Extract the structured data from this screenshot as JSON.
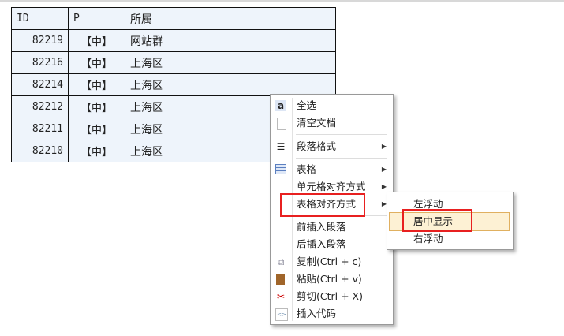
{
  "table": {
    "headers": [
      "ID",
      "P",
      "所属"
    ],
    "rows": [
      [
        "82219",
        "【中】",
        "网站群"
      ],
      [
        "82216",
        "【中】",
        "上海区"
      ],
      [
        "82214",
        "【中】",
        "上海区"
      ],
      [
        "82212",
        "【中】",
        "上海区"
      ],
      [
        "82211",
        "【中】",
        "上海区"
      ],
      [
        "82210",
        "【中】",
        "上海区"
      ]
    ]
  },
  "context_menu": {
    "items": [
      {
        "label": "全选",
        "icon": "select-all-icon"
      },
      {
        "label": "清空文档",
        "icon": "blank-document-icon"
      },
      {
        "label": "段落格式",
        "icon": "paragraph-icon"
      },
      {
        "label": "表格",
        "icon": "table-icon"
      },
      {
        "label": "单元格对齐方式"
      },
      {
        "label": "表格对齐方式"
      },
      {
        "label": "前插入段落"
      },
      {
        "label": "后插入段落"
      },
      {
        "label": "复制(Ctrl + c)",
        "icon": "copy-icon"
      },
      {
        "label": "粘贴(Ctrl + v)",
        "icon": "paste-icon"
      },
      {
        "label": "剪切(Ctrl + X)",
        "icon": "scissors-icon"
      },
      {
        "label": "插入代码",
        "icon": "code-icon"
      }
    ]
  },
  "submenu": {
    "items": [
      {
        "label": "左浮动"
      },
      {
        "label": "居中显示"
      },
      {
        "label": "右浮动"
      }
    ]
  },
  "colors": {
    "highlight": "#fdf1d4",
    "annotation": "#e82020",
    "table_bg": "#eef4fb"
  }
}
